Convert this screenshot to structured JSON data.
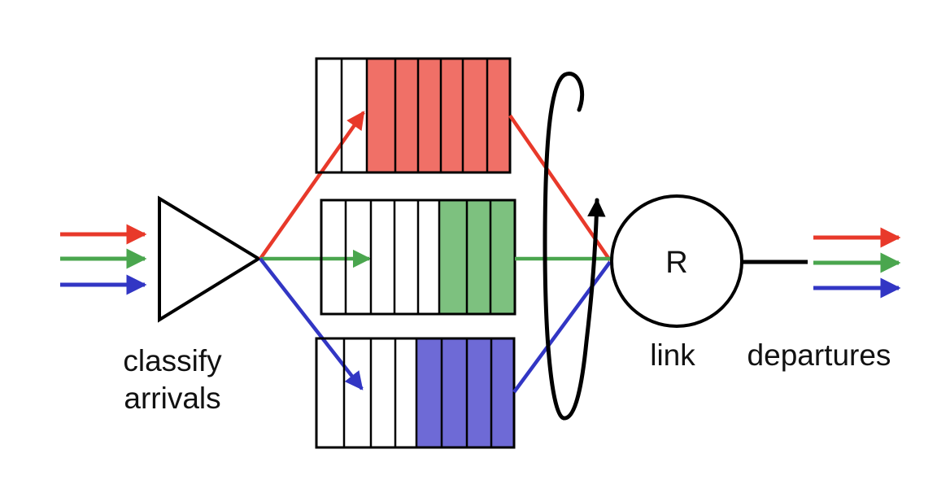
{
  "labels": {
    "classify_line1": "classify",
    "classify_line2": "arrivals",
    "router": "R",
    "link": "link",
    "departures": "departures"
  },
  "colors": {
    "red": "#e8392a",
    "green": "#4aa64e",
    "blue": "#3236c4",
    "red_fill": "#f07067",
    "green_fill": "#7dc17f",
    "blue_fill": "#6e6ad6"
  },
  "queues": [
    {
      "name": "red-queue",
      "color": "red",
      "empty_slots": 2,
      "filled_slots": 6
    },
    {
      "name": "green-queue",
      "color": "green",
      "empty_slots": 5,
      "filled_slots": 3
    },
    {
      "name": "blue-queue",
      "color": "blue",
      "empty_slots": 4,
      "filled_slots": 4
    }
  ],
  "icons": [
    "classifier-triangle-icon",
    "round-robin-scheduler-icon",
    "router-circle-icon"
  ]
}
